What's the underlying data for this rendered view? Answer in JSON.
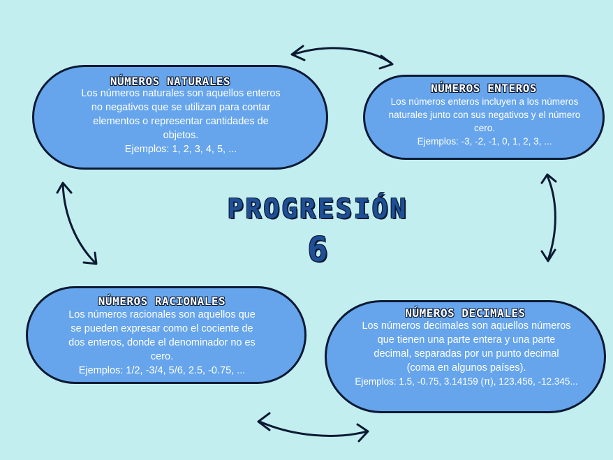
{
  "title": "PROGRESIÓN",
  "number": "6",
  "colors": {
    "background": "#c3eef0",
    "pill_fill": "#66a5ec",
    "outline": "#0b1a33",
    "title_color": "#1f4f96"
  },
  "nodes": {
    "naturales": {
      "title": "NÚMEROS NATURALES",
      "lines": [
        "Los números naturales son aquellos enteros",
        "no negativos que se utilizan para contar",
        "elementos o representar cantidades de",
        "objetos.",
        "Ejemplos: 1, 2, 3, 4, 5, ..."
      ]
    },
    "enteros": {
      "title": "NÚMEROS ENTEROS",
      "lines": [
        "Los números enteros incluyen a los números",
        "naturales junto con sus negativos y el número",
        "cero.",
        "Ejemplos: -3, -2, -1, 0, 1, 2, 3, ..."
      ]
    },
    "racionales": {
      "title": "NÚMEROS RACIONALES",
      "lines": [
        "Los números racionales son aquellos que",
        "se pueden expresar como el cociente de",
        "dos enteros, donde el denominador no es",
        "cero.",
        "Ejemplos: 1/2, -3/4, 5/6, 2.5, -0.75, ..."
      ]
    },
    "decimales": {
      "title": "NÚMEROS DECIMALES",
      "lines": [
        "Los números decimales son aquellos números",
        "que tienen una parte entera y una parte",
        "decimal, separadas por un punto decimal",
        "(coma en algunos países).",
        "Ejemplos: 1.5, -0.75, 3.14159 (π), 123.456, -12.345..."
      ]
    }
  },
  "arrows": [
    {
      "from": "naturales",
      "to": "enteros",
      "icon": "double-arrow-icon"
    },
    {
      "from": "enteros",
      "to": "decimales",
      "icon": "double-arrow-icon"
    },
    {
      "from": "decimales",
      "to": "racionales",
      "icon": "double-arrow-icon"
    },
    {
      "from": "racionales",
      "to": "naturales",
      "icon": "double-arrow-icon"
    }
  ]
}
